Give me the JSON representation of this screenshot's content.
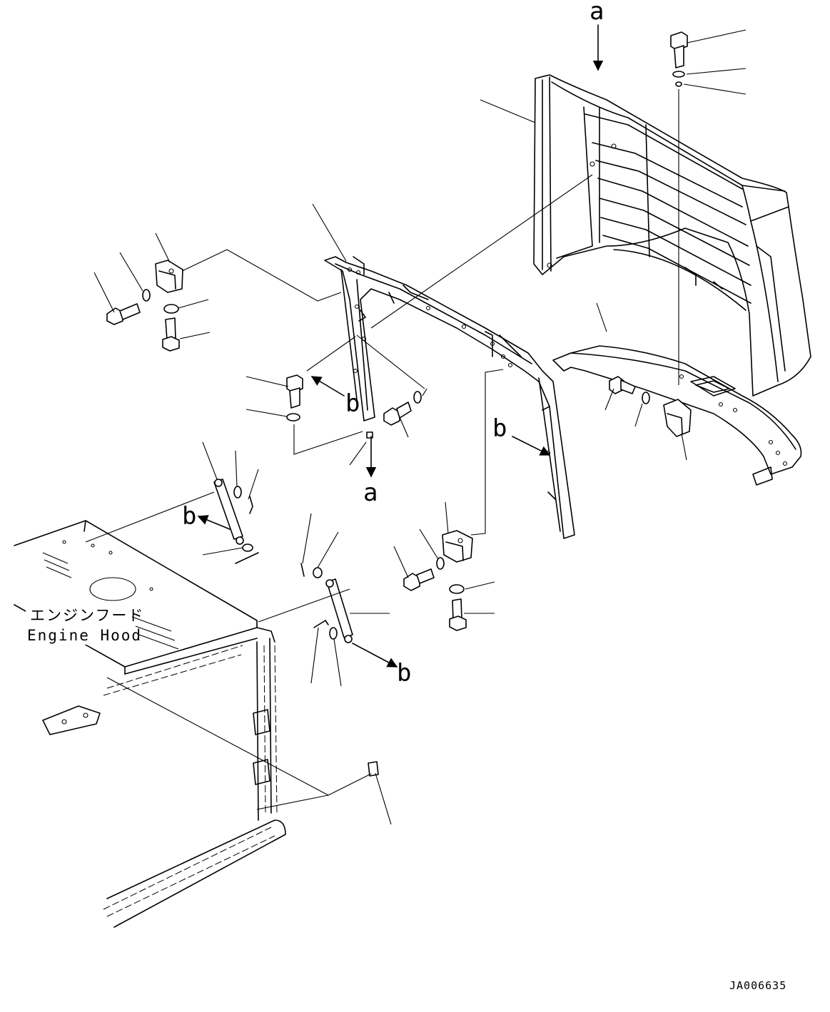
{
  "caption": {
    "japanese": "エンジンフード",
    "english": "Engine Hood"
  },
  "view_labels": {
    "a": "a",
    "b": "b"
  },
  "drawing_code": "JA006635",
  "icons": [
    "arrow-icon",
    "bolt-icon",
    "washer-icon",
    "nut-icon",
    "hinge-icon",
    "gas-spring-icon",
    "cotter-pin-icon",
    "rubber-cap-icon"
  ]
}
